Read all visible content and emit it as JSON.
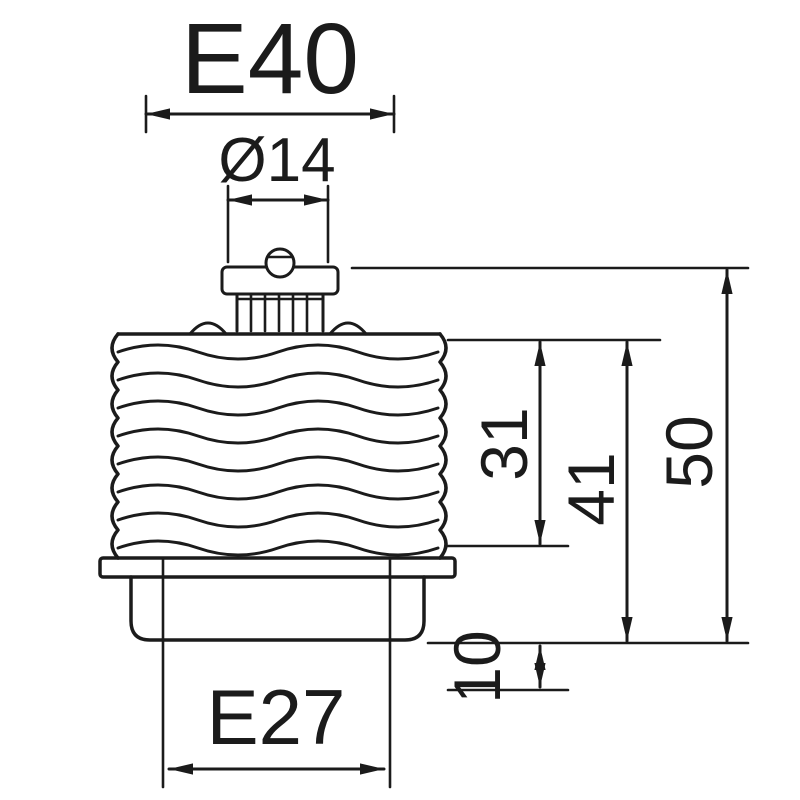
{
  "diagram": {
    "type": "technical-drawing",
    "subject": "lamp socket adapter E40 to E27",
    "labels": {
      "top_thread": "E40",
      "tip_diameter": "Ø14",
      "thread_height": "31",
      "body_height": "41",
      "total_height": "50",
      "skirt_height": "10",
      "bottom_thread": "E27"
    },
    "colors": {
      "ink": "#1b1b1b",
      "background": "#ffffff"
    }
  }
}
